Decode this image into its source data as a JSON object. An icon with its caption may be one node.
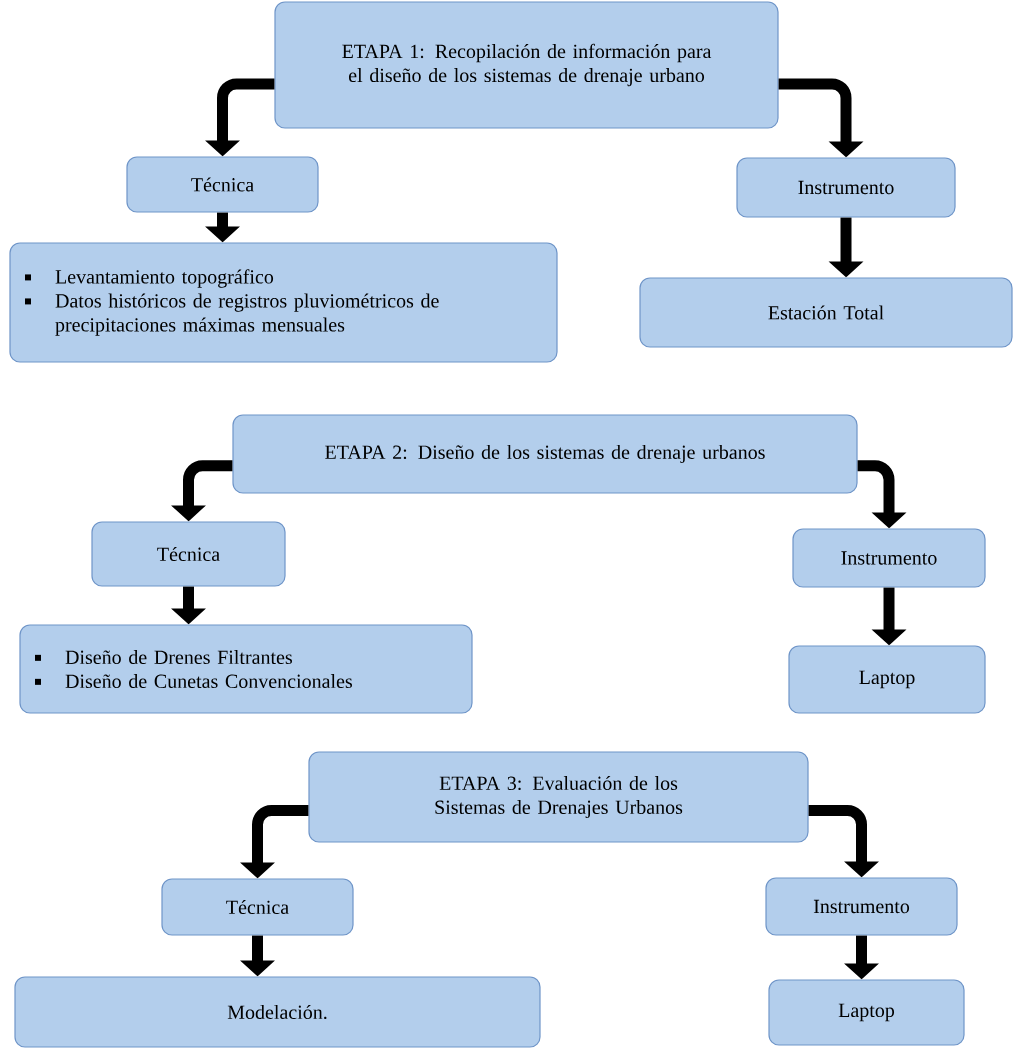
{
  "diagram": {
    "nodes": [
      {
        "text": [
          "ETAPA 1: Recopilación de información para el diseño de los sistemas de drenaje urbano"
        ]
      },
      {
        "text": [
          "Técnica"
        ]
      },
      {
        "text": [
          "Levantamiento topográfico",
          "Datos históricos de registros pluviométricos de precipitaciones máximas mensuales"
        ]
      },
      {
        "text": [
          "Instrumento"
        ]
      },
      {
        "text": [
          "Estación Total"
        ]
      },
      {
        "text": [
          "ETAPA 2: Diseño de los sistemas de drenaje urbanos"
        ]
      },
      {
        "text": [
          "Técnica"
        ]
      },
      {
        "text": [
          "Diseño de Drenes Filtrantes",
          "Diseño de Cunetas Convencionales"
        ]
      },
      {
        "text": [
          "Instrumento"
        ]
      },
      {
        "text": [
          "Laptop"
        ]
      },
      {
        "text": [
          "ETAPA 3: Evaluación de los Sistemas de Drenajes Urbanos"
        ]
      },
      {
        "text": [
          "Técnica"
        ]
      },
      {
        "text": [
          "Modelación."
        ]
      },
      {
        "text": [
          "Instrumento"
        ]
      },
      {
        "text": [
          "Laptop"
        ]
      }
    ],
    "edges": [
      {
        "from": 0,
        "to": 1,
        "arrow": "to"
      },
      {
        "from": 0,
        "to": 3,
        "arrow": "to"
      },
      {
        "from": 1,
        "to": 2,
        "arrow": "to"
      },
      {
        "from": 3,
        "to": 4,
        "arrow": "to"
      },
      {
        "from": 5,
        "to": 6,
        "arrow": "to"
      },
      {
        "from": 5,
        "to": 8,
        "arrow": "to"
      },
      {
        "from": 6,
        "to": 7,
        "arrow": "to"
      },
      {
        "from": 8,
        "to": 9,
        "arrow": "to"
      },
      {
        "from": 10,
        "to": 11,
        "arrow": "to"
      },
      {
        "from": 10,
        "to": 13,
        "arrow": "to"
      },
      {
        "from": 11,
        "to": 12,
        "arrow": "to"
      },
      {
        "from": 13,
        "to": 14,
        "arrow": "to"
      }
    ]
  }
}
